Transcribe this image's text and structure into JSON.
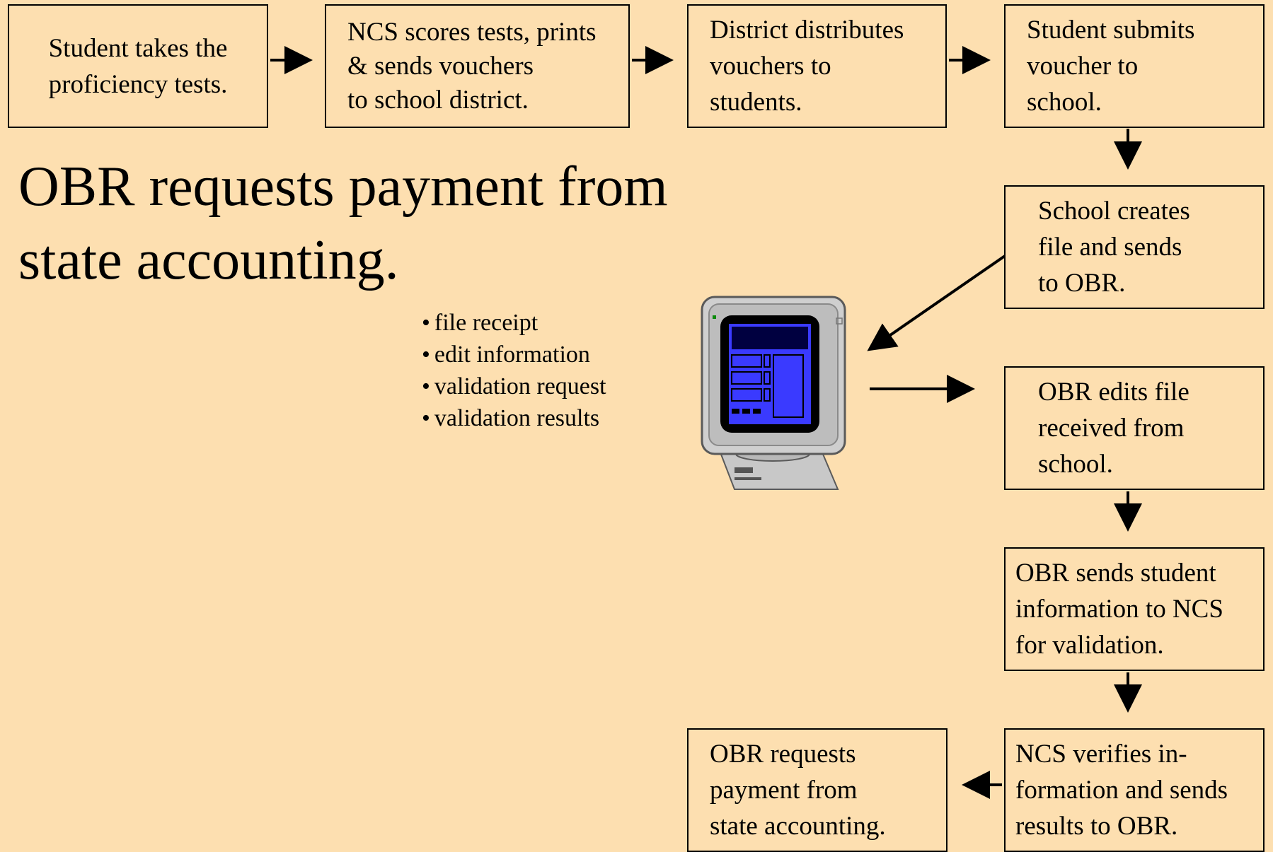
{
  "steps": [
    {
      "id": "s1",
      "lines": [
        "Student takes the",
        "proficiency tests."
      ]
    },
    {
      "id": "s2",
      "lines": [
        "NCS scores tests, prints",
        "& sends vouchers",
        "to school district."
      ]
    },
    {
      "id": "s3",
      "lines": [
        "District distributes",
        "vouchers to",
        "students."
      ]
    },
    {
      "id": "s4",
      "lines": [
        "Student submits",
        "voucher to",
        "school."
      ]
    },
    {
      "id": "s5",
      "lines": [
        "School creates",
        "file and sends",
        "to OBR."
      ]
    },
    {
      "id": "s6",
      "lines": [
        "OBR edits file",
        "received from",
        "school."
      ]
    },
    {
      "id": "s7",
      "lines": [
        "OBR sends student",
        "information to  NCS",
        "for validation."
      ]
    },
    {
      "id": "s8",
      "lines": [
        "NCS verifies in-",
        "formation and sends",
        "results to OBR."
      ]
    },
    {
      "id": "s9",
      "lines": [
        "OBR requests",
        "payment from",
        "state accounting."
      ]
    }
  ],
  "title": {
    "lines": [
      "OBR requests payment from",
      "state accounting."
    ]
  },
  "computer_functions": [
    "file receipt",
    "edit information",
    "validation request",
    "validation results"
  ],
  "computer_icon": "computer-monitor-icon",
  "colors": {
    "background": "#fddfb0",
    "screen": "#3a3aff",
    "border": "#000000"
  }
}
